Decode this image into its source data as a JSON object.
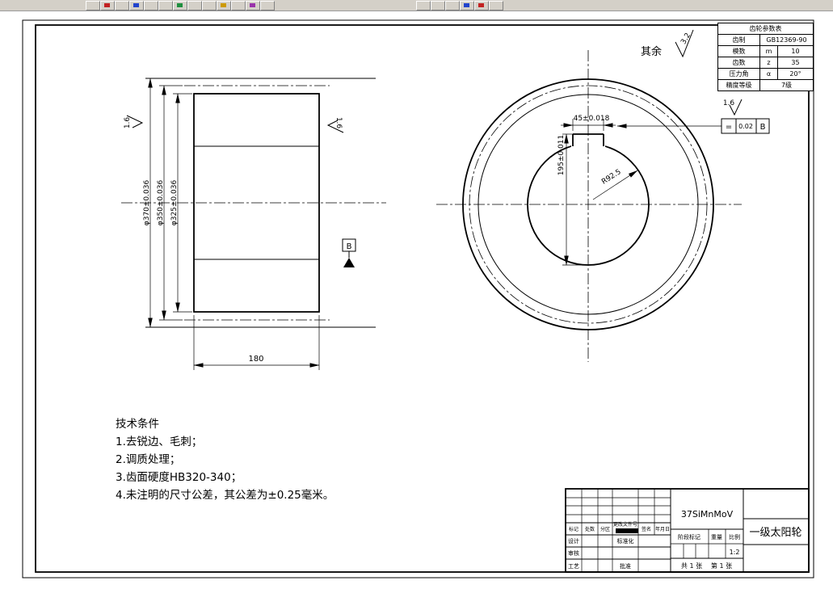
{
  "drawing": {
    "general_finish": {
      "label": "其余",
      "value": "3.2"
    },
    "section_view": {
      "dia_370": "φ370±0.036",
      "dia_350": "φ350±0.036",
      "dia_325": "φ325±0.036",
      "width": "180",
      "finish_left": "1.6",
      "finish_right": "1.6",
      "datum": "B"
    },
    "front_view": {
      "keyway_width": "45±0.018",
      "keyway_depth": "195±0.011",
      "radius": "R92.5",
      "finish": "1.6",
      "tolerance": {
        "symbol": "=",
        "value": "0.02",
        "datum": "B"
      }
    },
    "param_table": {
      "title": "齿轮参数表",
      "rows": [
        {
          "name": "齿制",
          "symbol": "",
          "value": "GB12369-90"
        },
        {
          "name": "模数",
          "symbol": "m",
          "value": "10"
        },
        {
          "name": "齿数",
          "symbol": "z",
          "value": "35"
        },
        {
          "name": "压力角",
          "symbol": "α",
          "value": "20°"
        },
        {
          "name": "精度等级",
          "symbol": "",
          "value": "7级"
        }
      ]
    },
    "tech_notes": {
      "title": "技术条件",
      "items": [
        "1.去锐边、毛刺；",
        "2.调质处理；",
        "3.齿面硬度HB320-340；",
        "4.未注明的尺寸公差，其公差为±0.25毫米。"
      ]
    },
    "title_block": {
      "material": "37SiMnMoV",
      "part_name": "一级太阳轮",
      "rev_headers": [
        "标记",
        "处数",
        "分区",
        "更改文件号",
        "签名",
        "年月日"
      ],
      "design": "设计",
      "standardization": "标准化",
      "check": "审核",
      "process": "工艺",
      "approve": "批准",
      "stage_mark": "阶段标记",
      "weight": "重量",
      "scale_label": "比例",
      "scale": "1:2",
      "sheet_total": "共 1 张",
      "sheet_no": "第 1 张"
    }
  }
}
